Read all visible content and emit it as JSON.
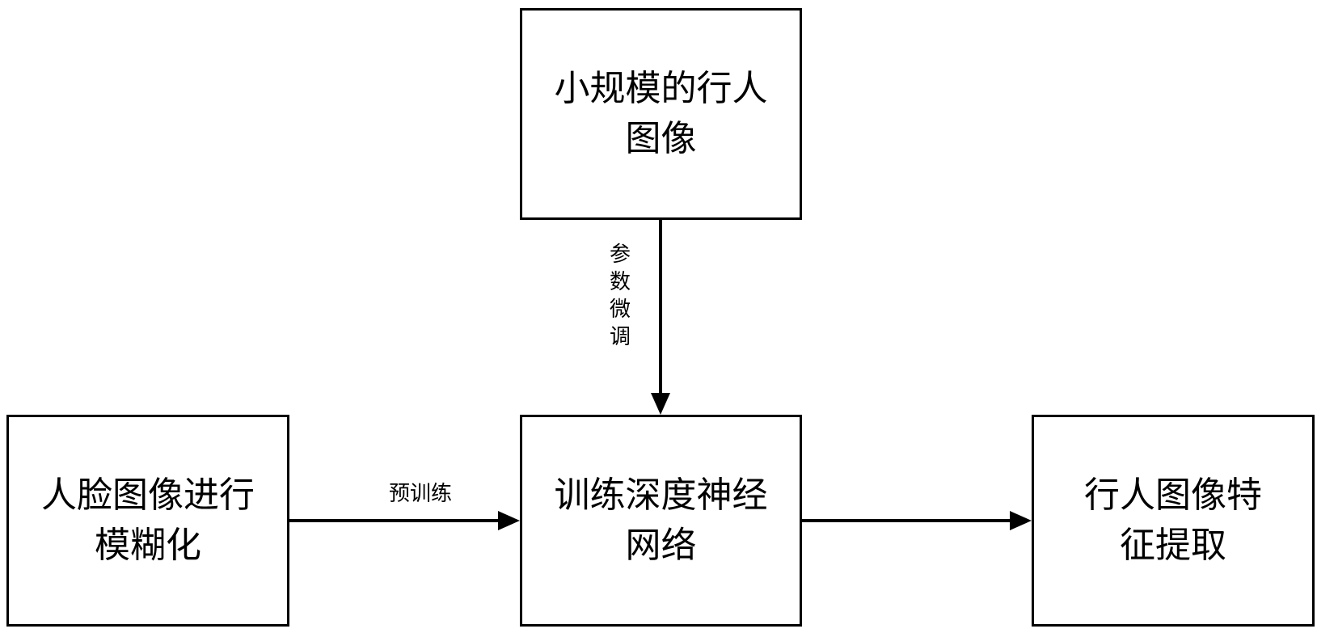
{
  "nodes": {
    "top": "小规模的行人\n图像",
    "left": "人脸图像进行\n模糊化",
    "middle": "训练深度神经\n网络",
    "right": "行人图像特\n征提取"
  },
  "edges": {
    "pretrain": "预训练",
    "finetune": "参\n数\n微\n调"
  }
}
